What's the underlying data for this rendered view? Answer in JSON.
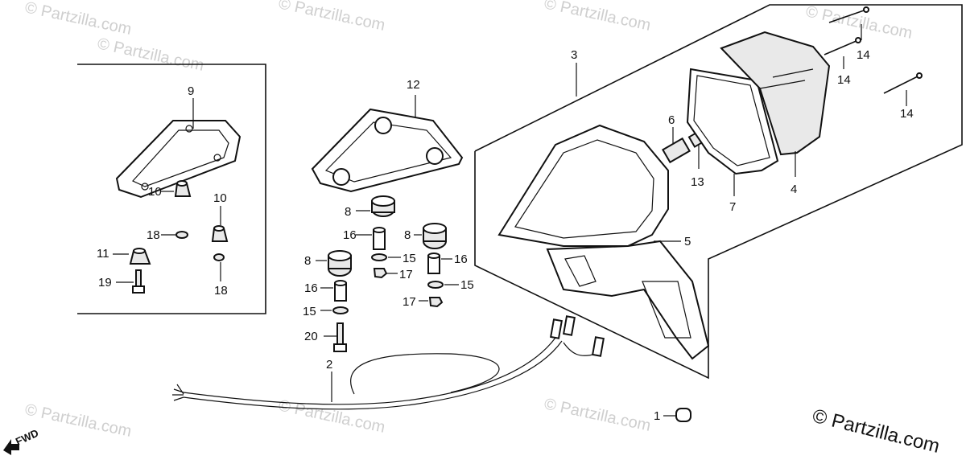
{
  "watermarks": [
    "© Partzilla.com",
    "© Partzilla.com",
    "© Partzilla.com",
    "© Partzilla.com",
    "© Partzilla.com",
    "© Partzilla.com",
    "© Partzilla.com",
    "© Partzilla.com"
  ],
  "copyright": "© Partzilla.com",
  "fwd_label": "FWD",
  "callouts": {
    "c1": "1",
    "c2": "2",
    "c3": "3",
    "c4": "4",
    "c5": "5",
    "c6": "6",
    "c7": "7",
    "c8a": "8",
    "c8b": "8",
    "c8c": "8",
    "c9": "9",
    "c10a": "10",
    "c10b": "10",
    "c11": "11",
    "c12": "12",
    "c13": "13",
    "c14a": "14",
    "c14b": "14",
    "c14c": "14",
    "c15a": "15",
    "c15b": "15",
    "c15c": "15",
    "c16a": "16",
    "c16b": "16",
    "c16c": "16",
    "c17a": "17",
    "c17b": "17",
    "c18a": "18",
    "c18b": "18",
    "c19": "19",
    "c20": "20"
  }
}
